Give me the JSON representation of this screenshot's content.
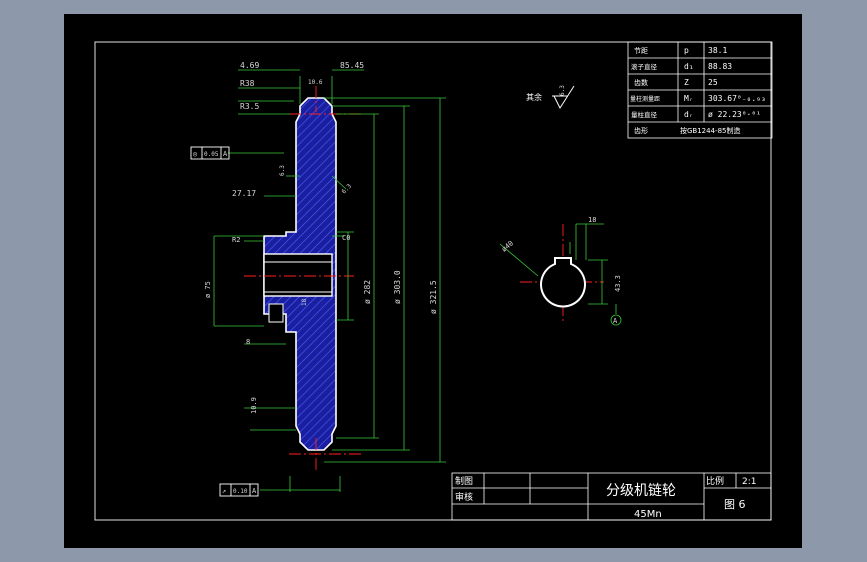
{
  "params": [
    {
      "name": "节距",
      "sym": "p",
      "val": "38.1"
    },
    {
      "name": "滚子直径",
      "sym": "d₁",
      "val": "88.83"
    },
    {
      "name": "齿数",
      "sym": "Z",
      "val": "25"
    },
    {
      "name": "量柱测量距",
      "sym": "Mᵣ",
      "val": "303.67⁰₋₀.₉₃"
    },
    {
      "name": "量柱直径",
      "sym": "dᵣ",
      "val": "ø 22.23⁰·⁰¹"
    },
    {
      "name": "齿形",
      "sym": "",
      "val": "按GB1244-85制造"
    }
  ],
  "dims": {
    "top_left": "4.69",
    "top_right": "85.45",
    "r38": "R38",
    "r3_5": "R3.5",
    "angle": "10.6",
    "d27": "27.17",
    "r2": "R2",
    "c0": "C0",
    "d75": "ø 75",
    "d8": "8",
    "d10": "10.9",
    "d282": "ø 282",
    "d303": "ø 303.0",
    "d321": "ø 321.5",
    "tol": "0.05",
    "rough": "6.3",
    "r18": "18",
    "keyw": "18",
    "keyd": "43.3",
    "phi40": "ø40",
    "datum": "A",
    "rest_label": "其余",
    "rest_val": "6.3"
  },
  "frames": {
    "fcf1": [
      "◎",
      "0.05",
      "A"
    ],
    "fcf2": [
      "↗",
      "0.10",
      "A"
    ]
  },
  "titleblock": {
    "drawn": "制图",
    "checked": "审核",
    "title": "分级机链轮",
    "material": "45Mn",
    "scale_label": "比例",
    "scale_val": "2:1",
    "fig_label": "图 6"
  }
}
